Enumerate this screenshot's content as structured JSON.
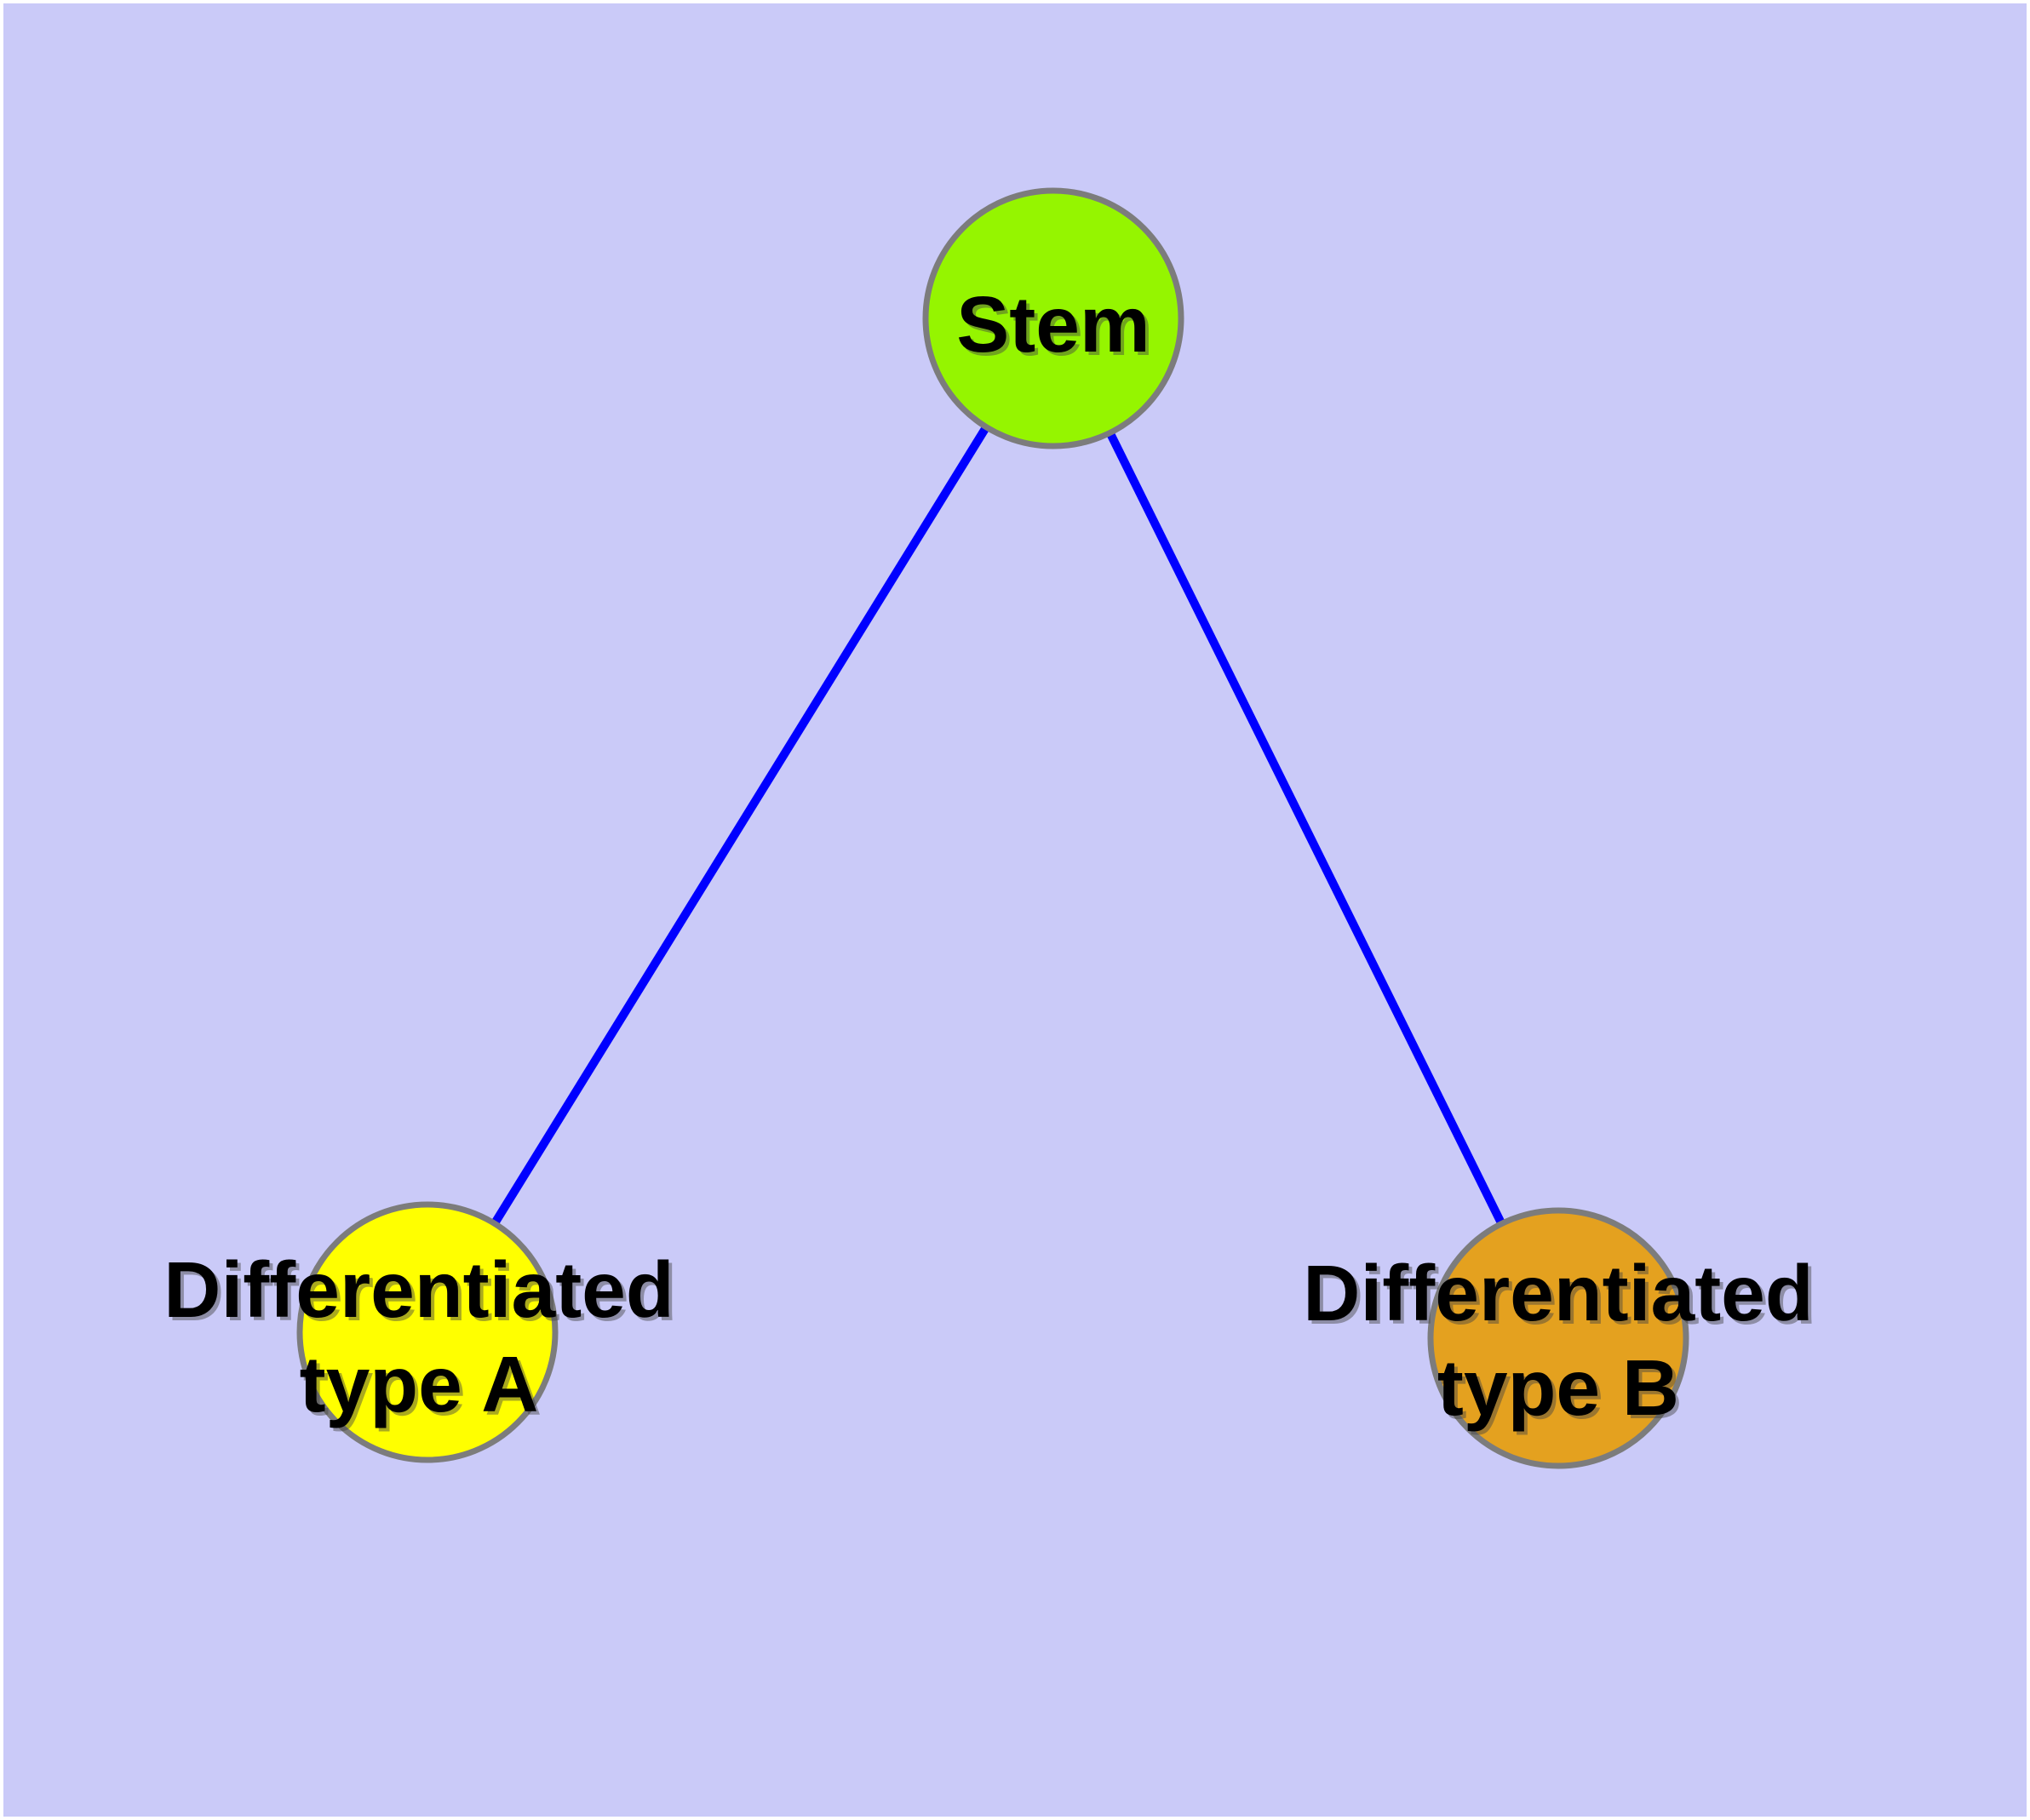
{
  "diagram": {
    "type": "node-link-graph",
    "canvas": {
      "background_color": "#CACAF8",
      "margin_color": "#FFFFFF"
    },
    "text_color": "#000000",
    "shadow_color": "#444444",
    "node_border_color": "#7C7C7C",
    "edge_color": "#0000FF",
    "nodes": [
      {
        "id": "stem",
        "label": "Stem",
        "fill": "#95F500",
        "border": "#7C7C7C"
      },
      {
        "id": "differentiated-type-a",
        "label_line1": "Differentiated",
        "label_line2": "type A",
        "fill": "#FFFF00",
        "border": "#7C7C7C"
      },
      {
        "id": "differentiated-type-b",
        "label_line1": "Differentiated",
        "label_line2": "type B",
        "fill": "#E4A11F",
        "border": "#7C7C7C"
      }
    ],
    "edges": [
      {
        "from": "stem",
        "to": "differentiated-type-a",
        "color": "#0000FF"
      },
      {
        "from": "stem",
        "to": "differentiated-type-b",
        "color": "#0000FF"
      }
    ]
  }
}
